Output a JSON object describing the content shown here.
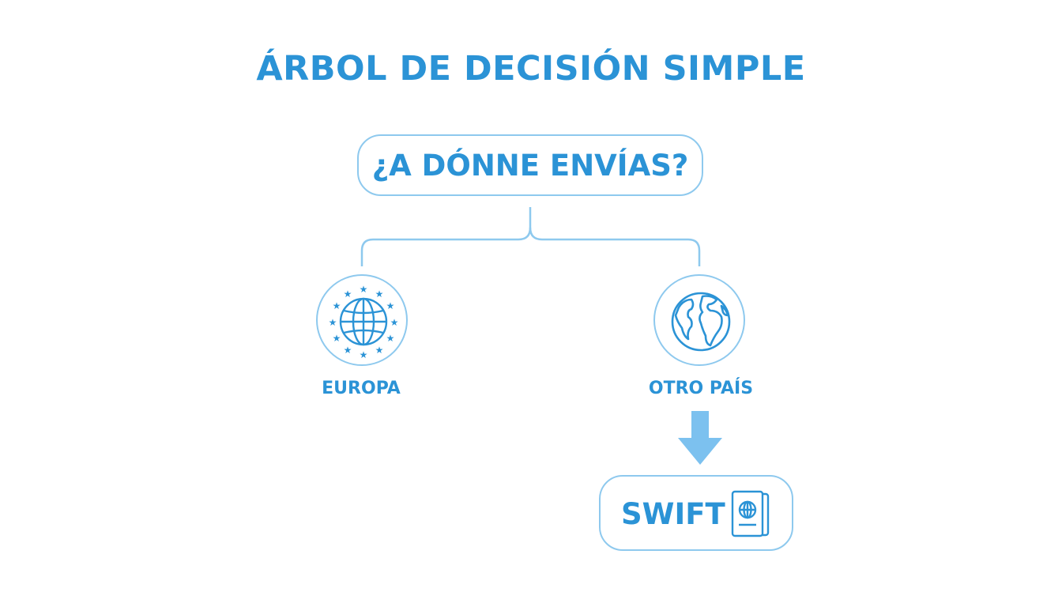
{
  "title": "ÁRBOL DE DECISIÓN SIMPLE",
  "question": "¿A DÓNNE ENVÍAS?",
  "branches": [
    {
      "label": "EUROPA",
      "icon": "eu-globe-icon"
    },
    {
      "label": "OTRO PAÍS",
      "icon": "world-globe-icon"
    }
  ],
  "result": {
    "label": "SWIFT",
    "icon": "passport-icon"
  },
  "colors": {
    "accent": "#2b93d6",
    "line": "#8ec9ee",
    "arrow": "#7cc1ef"
  }
}
